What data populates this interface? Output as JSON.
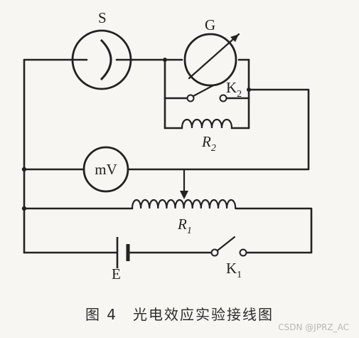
{
  "labels": {
    "photocell": "S",
    "galvanometer": "G",
    "switch_k2": "K",
    "switch_k2_sub": "2",
    "resistor_r2": "R",
    "resistor_r2_sub": "2",
    "millivoltmeter": "mV",
    "rheostat_r1": "R",
    "rheostat_r1_sub": "1",
    "battery": "E",
    "switch_k1": "K",
    "switch_k1_sub": "1"
  },
  "caption": {
    "figure": "图 4",
    "title": "光电效应实验接线图"
  },
  "watermark": "CSDN @JPRZ_AC"
}
